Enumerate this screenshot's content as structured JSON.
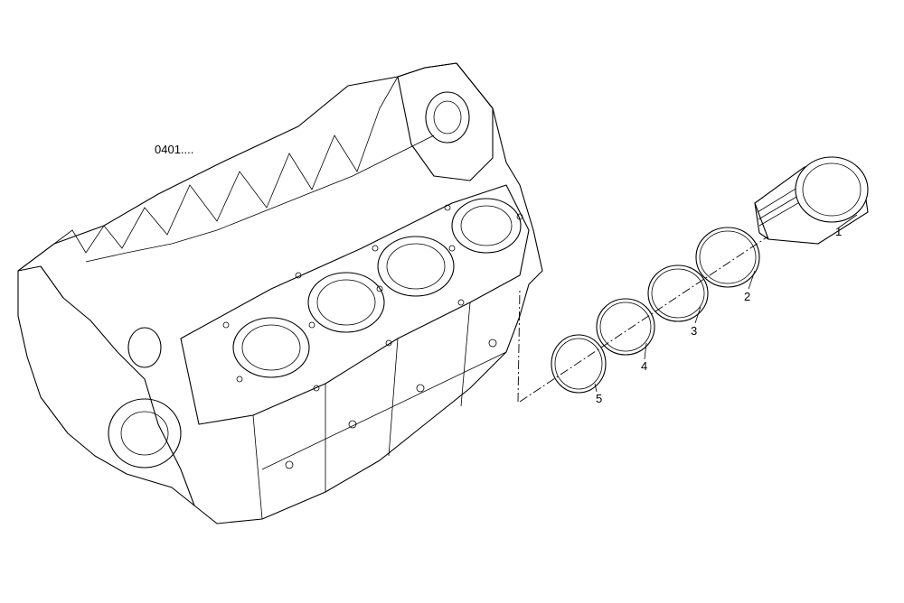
{
  "diagram": {
    "assembly_ref": "0401....",
    "callouts": [
      {
        "id": "1",
        "label": "1"
      },
      {
        "id": "2",
        "label": "2"
      },
      {
        "id": "3",
        "label": "3"
      },
      {
        "id": "4",
        "label": "4"
      },
      {
        "id": "5",
        "label": "5"
      }
    ]
  }
}
